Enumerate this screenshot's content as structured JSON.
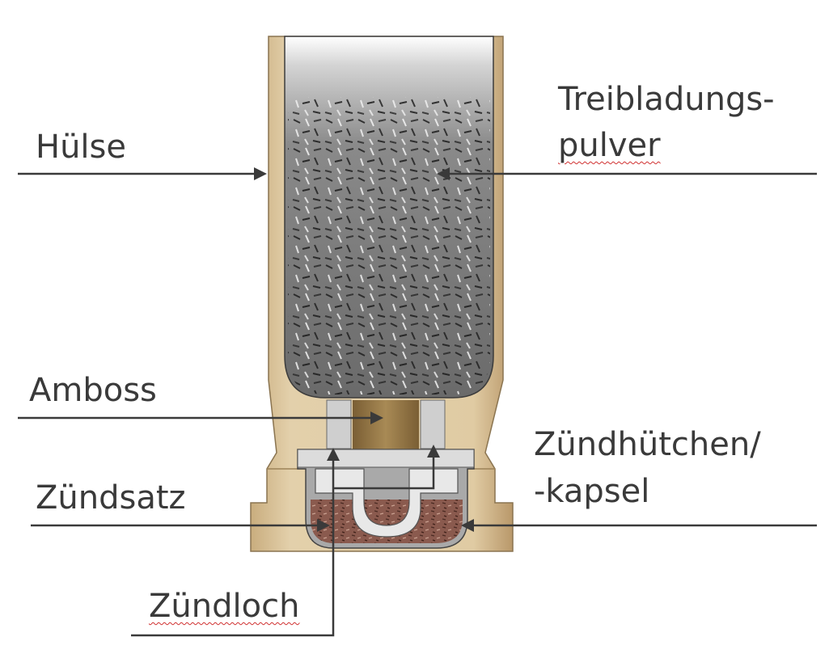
{
  "labels": {
    "huelse": "Hülse",
    "treibladung_line1": "Treibladungs-",
    "treibladung_line2": "pulver",
    "amboss": "Amboss",
    "zuendhuetchen_line1": "Zündhütchen/",
    "zuendhuetchen_line2": "-kapsel",
    "zuendsatz": "Zündsatz",
    "zuendloch": "Zündloch"
  },
  "colors": {
    "casing": "#d8c198",
    "casing_shadow": "#b89a68",
    "powder": "#6e6e6e",
    "primer_cup": "#9a9a9a",
    "priming_compound": "#8a5a4e",
    "anvil": "#8c7040",
    "leader_line": "#3a3a3a",
    "label_text": "#3a3a3a"
  }
}
